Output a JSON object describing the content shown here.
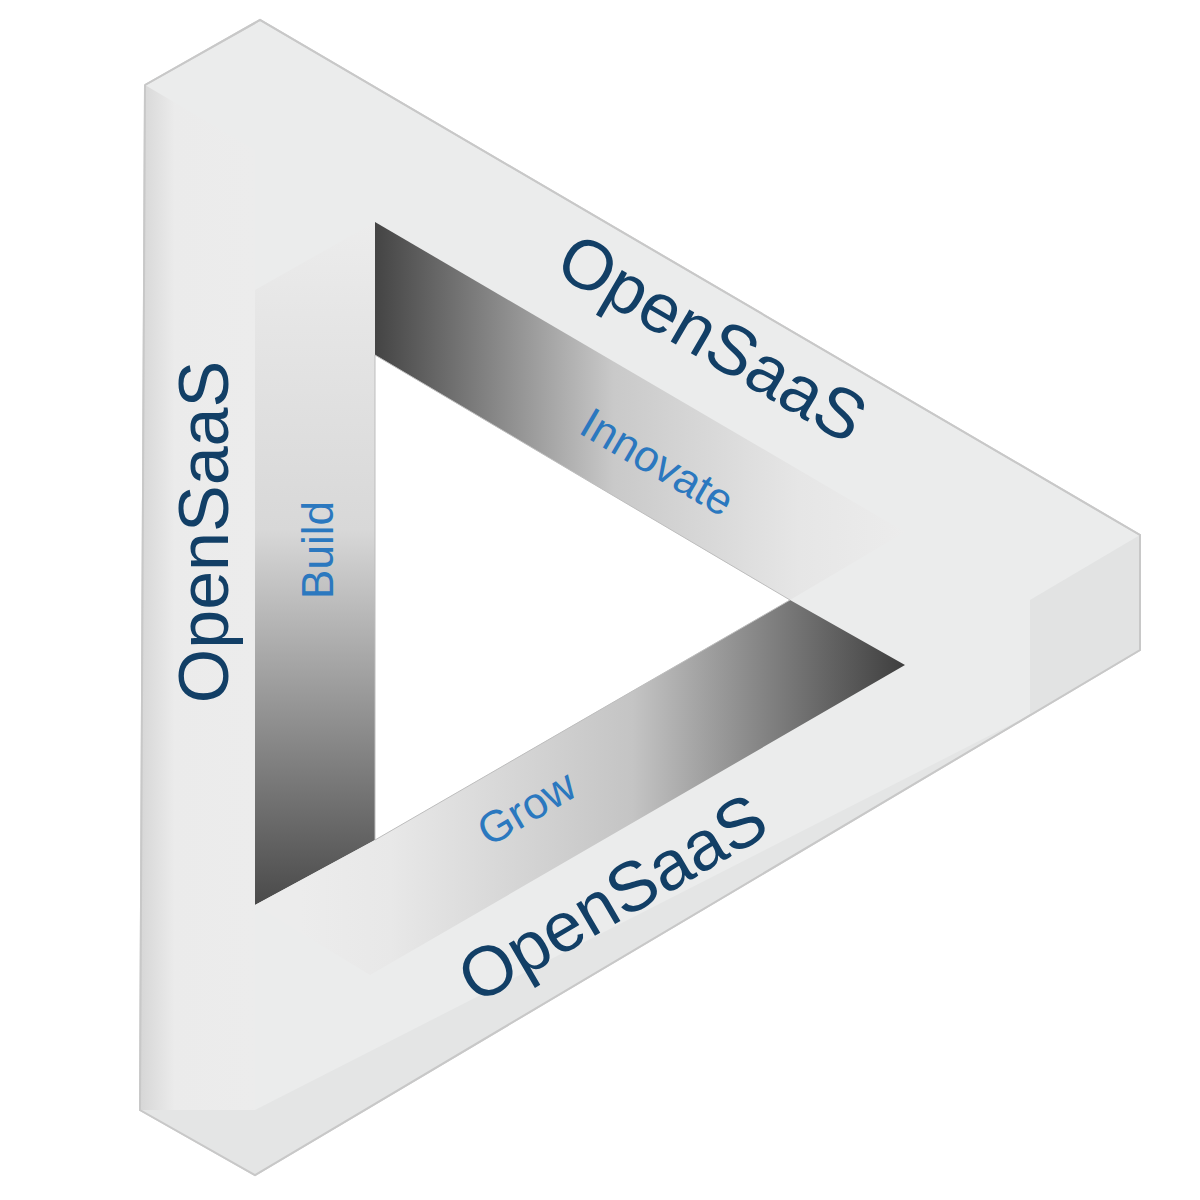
{
  "diagram": {
    "labels": [
      "OpenSaaS",
      "Innovate",
      "OpenSaaS",
      "Build",
      "Grow",
      "OpenSaaS"
    ]
  }
}
